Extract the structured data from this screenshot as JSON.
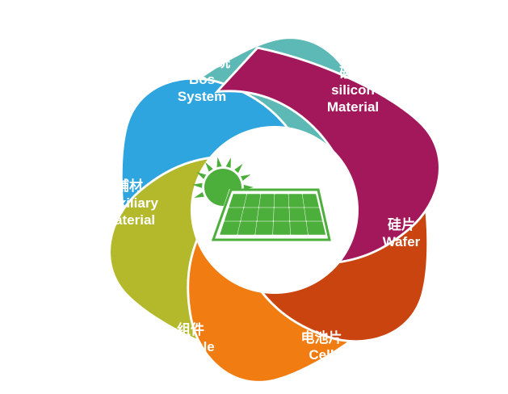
{
  "segments": [
    {
      "id": "bos",
      "cn": "BOS系统",
      "en1": "Bos",
      "en2": "System",
      "color": "#5cb9b5"
    },
    {
      "id": "auxiliary",
      "cn": "辅材",
      "en1": "Auxiliary",
      "en2": "Material",
      "color": "#2ea5de"
    },
    {
      "id": "module",
      "cn": "组件",
      "en1": "Module",
      "en2": "",
      "color": "#b4b82b"
    },
    {
      "id": "cell",
      "cn": "电池片",
      "en1": "Cell",
      "en2": "",
      "color": "#f07c12"
    },
    {
      "id": "wafer",
      "cn": "硅片",
      "en1": "Wafer",
      "en2": "",
      "color": "#c9440f"
    },
    {
      "id": "silicon",
      "cn": "硅料",
      "en1": "silicon",
      "en2": "Material",
      "color": "#a3185b"
    }
  ],
  "center_icon": {
    "name": "solar-panel-with-sun-icon",
    "color": "#4caf3b"
  }
}
